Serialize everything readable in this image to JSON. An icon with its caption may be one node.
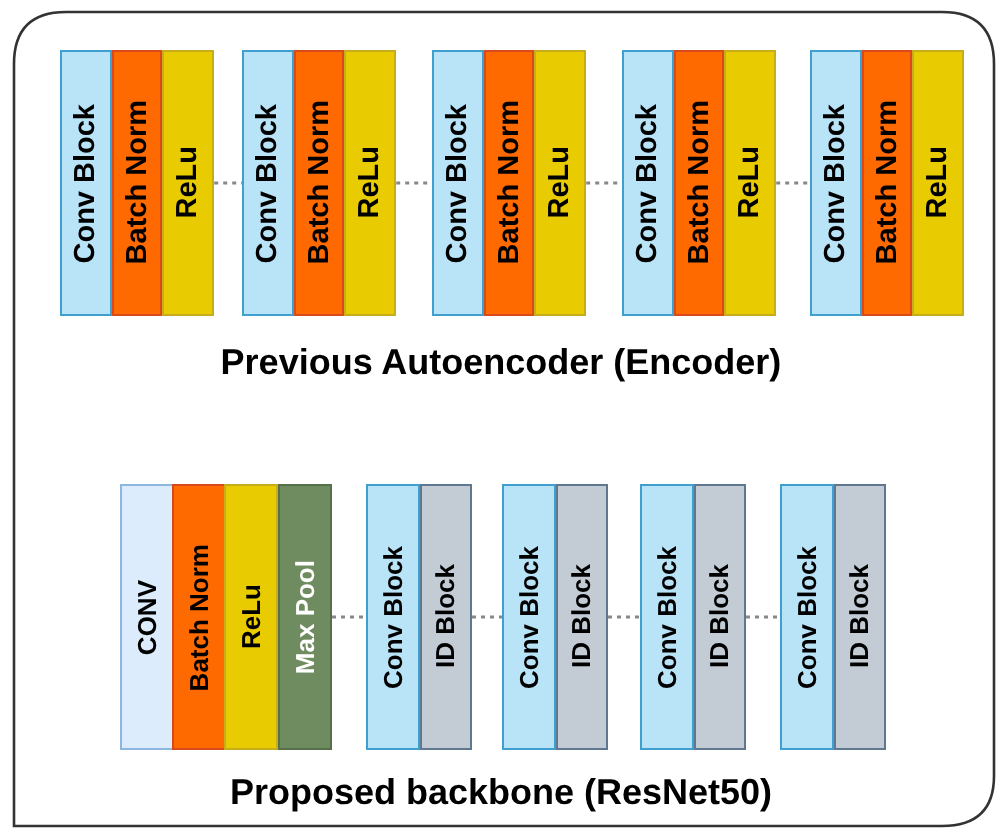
{
  "diagram": {
    "nodes": [
      {
        "text": [
          "Conv Block"
        ]
      },
      {
        "text": [
          "Batch Norm"
        ]
      },
      {
        "text": [
          "ReLu"
        ]
      },
      {
        "text": [
          "Conv Block"
        ]
      },
      {
        "text": [
          "Batch Norm"
        ]
      },
      {
        "text": [
          "ReLu"
        ]
      },
      {
        "text": [
          "Conv Block"
        ]
      },
      {
        "text": [
          "Batch Norm"
        ]
      },
      {
        "text": [
          "ReLu"
        ]
      },
      {
        "text": [
          "Conv Block"
        ]
      },
      {
        "text": [
          "Batch Norm"
        ]
      },
      {
        "text": [
          "ReLu"
        ]
      },
      {
        "text": [
          "Conv Block"
        ]
      },
      {
        "text": [
          "Batch Norm"
        ]
      },
      {
        "text": [
          "ReLu"
        ]
      },
      {
        "text": [
          "CONV"
        ]
      },
      {
        "text": [
          "Batch Norm"
        ]
      },
      {
        "text": [
          "ReLu"
        ]
      },
      {
        "text": [
          "Max Pool"
        ]
      },
      {
        "text": [
          "Conv Block"
        ]
      },
      {
        "text": [
          "ID Block"
        ]
      },
      {
        "text": [
          "Conv Block"
        ]
      },
      {
        "text": [
          "ID Block"
        ]
      },
      {
        "text": [
          "Conv Block"
        ]
      },
      {
        "text": [
          "ID Block"
        ]
      },
      {
        "text": [
          "Conv Block"
        ]
      },
      {
        "text": [
          "ID Block"
        ]
      }
    ],
    "edges": [
      {
        "from": 2,
        "to": 3,
        "arrow": "none",
        "style": "dashed"
      },
      {
        "from": 5,
        "to": 6,
        "arrow": "none",
        "style": "dashed"
      },
      {
        "from": 8,
        "to": 9,
        "arrow": "none",
        "style": "dashed"
      },
      {
        "from": 11,
        "to": 12,
        "arrow": "none",
        "style": "dashed"
      },
      {
        "from": 18,
        "to": 19,
        "arrow": "none",
        "style": "dashed"
      },
      {
        "from": 20,
        "to": 21,
        "arrow": "none",
        "style": "dashed"
      },
      {
        "from": 22,
        "to": 23,
        "arrow": "none",
        "style": "dashed"
      },
      {
        "from": 24,
        "to": 25,
        "arrow": "none",
        "style": "dashed"
      }
    ],
    "labels": [
      "Previous Autoencoder (Encoder)",
      "Proposed backbone (ResNet50)"
    ]
  }
}
